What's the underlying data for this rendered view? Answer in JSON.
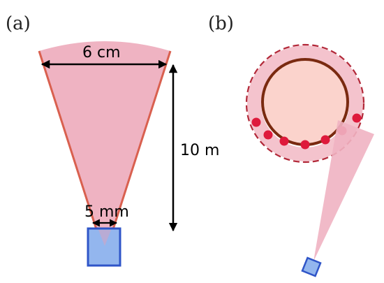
{
  "panels": {
    "a": {
      "label": "(a)"
    },
    "b": {
      "label": "(b)"
    }
  },
  "dimensions": {
    "far_width": "6 cm",
    "near_width": "5 mm",
    "distance": "10 m"
  },
  "colors": {
    "beam_fill": "#efb3c2",
    "beam_edge": "#d9604f",
    "sensor_fill": "#93b6ee",
    "sensor_edge": "#2f55c8",
    "target_fill": "#fbd3cc",
    "target_edge": "#7a2a10",
    "orbit_dash": "#b22838",
    "sample_point": "#de1a3c"
  },
  "sample_points_count": 7
}
